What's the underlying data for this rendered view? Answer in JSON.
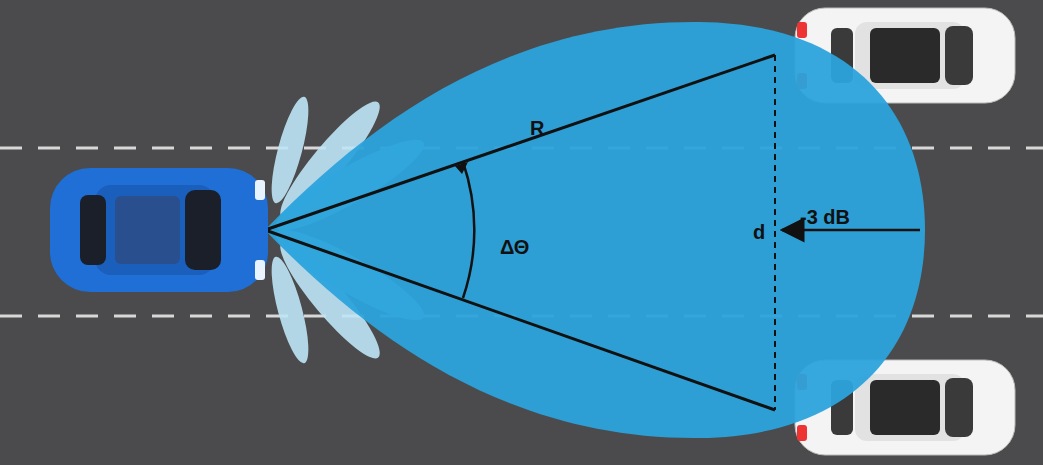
{
  "diagram": {
    "labels": [
      "R",
      "ΔΘ",
      "d",
      "-3 dB"
    ]
  }
}
